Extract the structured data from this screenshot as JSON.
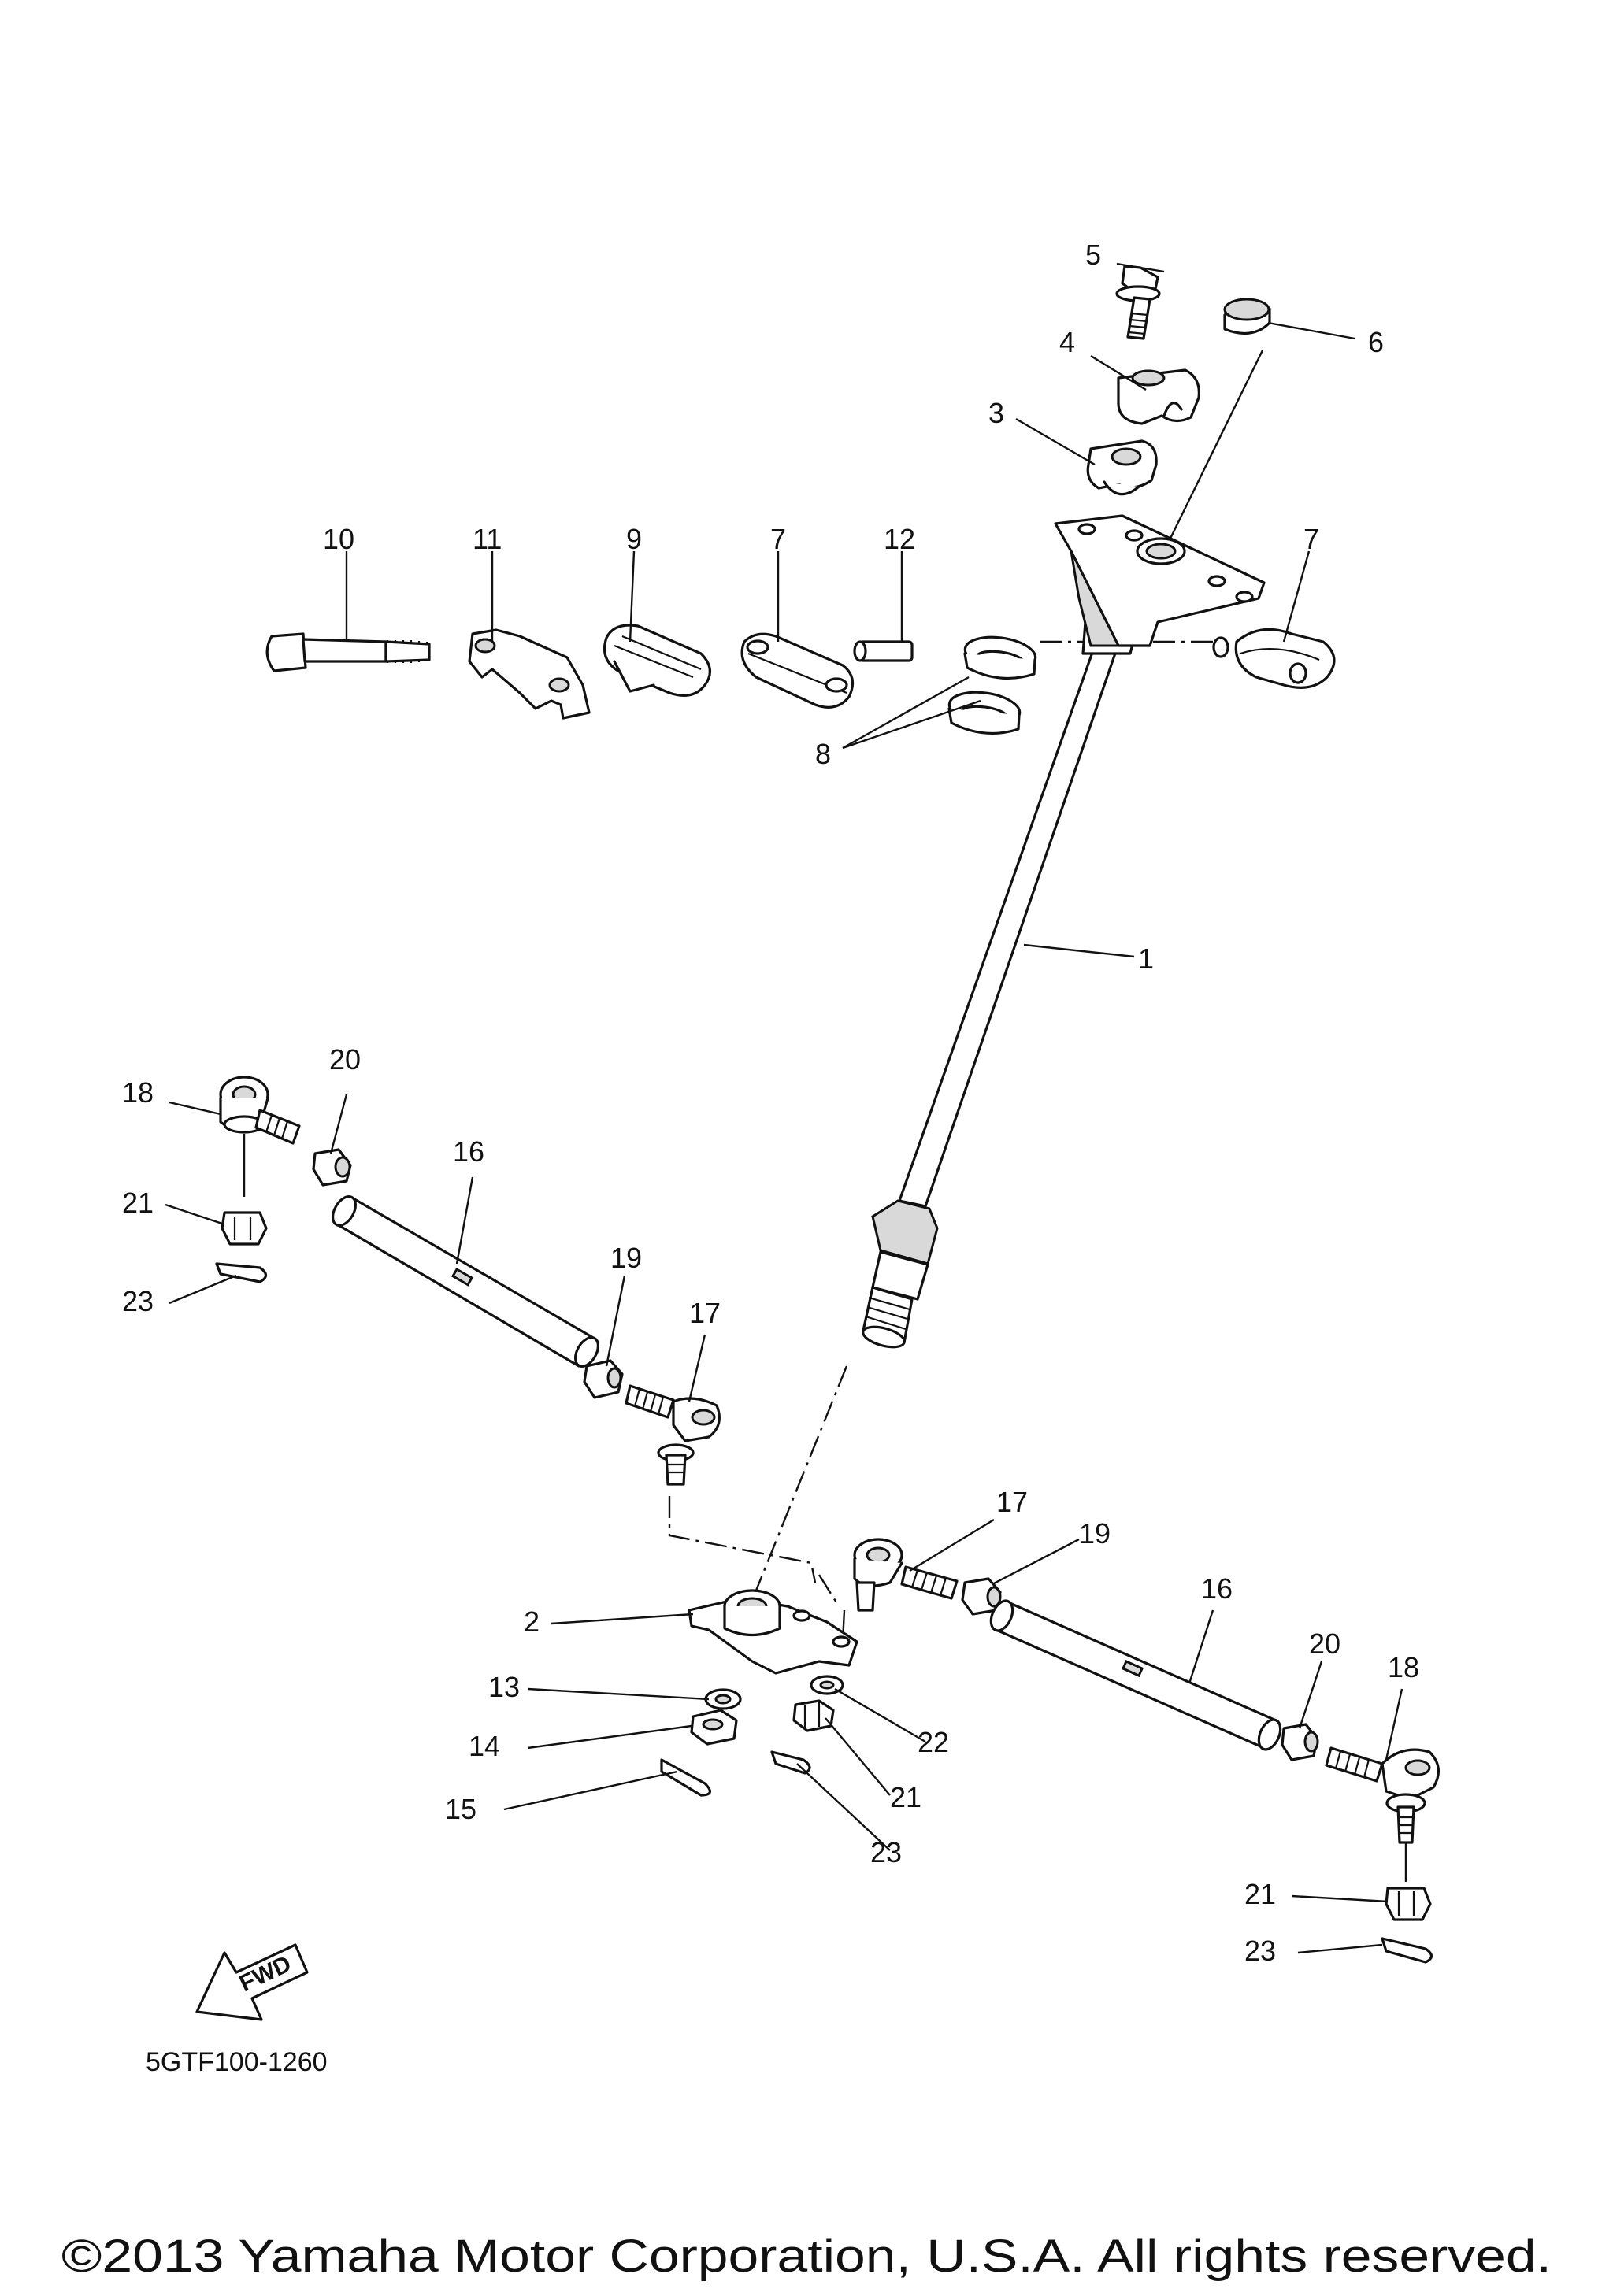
{
  "diagram": {
    "callouts": {
      "c1": "1",
      "c2": "2",
      "c3": "3",
      "c4": "4",
      "c5": "5",
      "c6": "6",
      "c7a": "7",
      "c7b": "7",
      "c8": "8",
      "c9": "9",
      "c10": "10",
      "c11": "11",
      "c12": "12",
      "c13": "13",
      "c14": "14",
      "c15": "15",
      "c16a": "16",
      "c16b": "16",
      "c17a": "17",
      "c17b": "17",
      "c18a": "18",
      "c18b": "18",
      "c19a": "19",
      "c19b": "19",
      "c20a": "20",
      "c20b": "20",
      "c21a": "21",
      "c21b": "21",
      "c21c": "21",
      "c22": "22",
      "c23a": "23",
      "c23b": "23",
      "c23c": "23"
    },
    "fwd_label": "FWD",
    "diagram_code": "5GTF100-1260",
    "copyright": "©2013 Yamaha Motor Corporation, U.S.A. All rights reserved."
  }
}
